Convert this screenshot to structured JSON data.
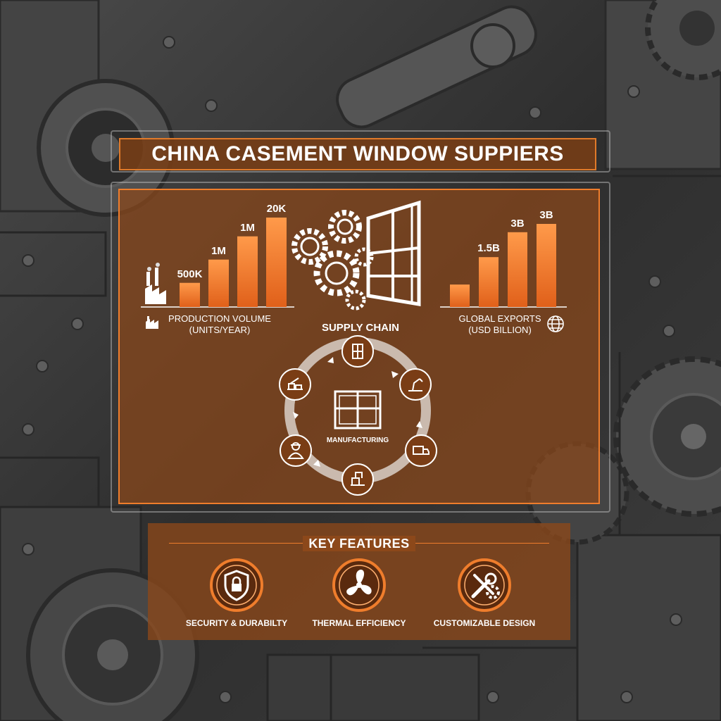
{
  "title": "CHINA CASEMENT WINDOW SUPPIERS",
  "production": {
    "label_line1": "PRODUCTION VOLUME",
    "label_line2": "(UNITS/YEAR)",
    "bar_labels": [
      "500K",
      "1M",
      "1M",
      "20K"
    ],
    "bar_levels": [
      0.27,
      0.53,
      0.79,
      1.0
    ],
    "icon": "factory-icon"
  },
  "exports": {
    "label_line1": "GLOBAL EXPORTS",
    "label_line2": "(USD BILLION)",
    "bar_labels": [
      "",
      "1.5B",
      "3B",
      "3B"
    ],
    "bar_levels": [
      0.27,
      0.6,
      0.9,
      1.0
    ],
    "icon": "globe-icon"
  },
  "supply_chain": {
    "title": "SUPPLY CHAIN",
    "center_label": "MANUFACTURING",
    "steps": [
      "window-icon",
      "robot-arm-icon",
      "truck-icon",
      "assembly-icon",
      "worker-icon",
      "materials-icon"
    ]
  },
  "features": {
    "title": "KEY FEATURES",
    "items": [
      {
        "label": "SECURITY & DURABILTY",
        "icon": "shield-lock-icon"
      },
      {
        "label": "THERMAL EFFICIENCY",
        "icon": "fan-icon"
      },
      {
        "label": "CUSTOMIZABLE DESIGN",
        "icon": "tools-icon"
      }
    ]
  },
  "colors": {
    "accent": "#ef7d2c",
    "panel": "#8c481a",
    "background": "#3b3b3b"
  }
}
